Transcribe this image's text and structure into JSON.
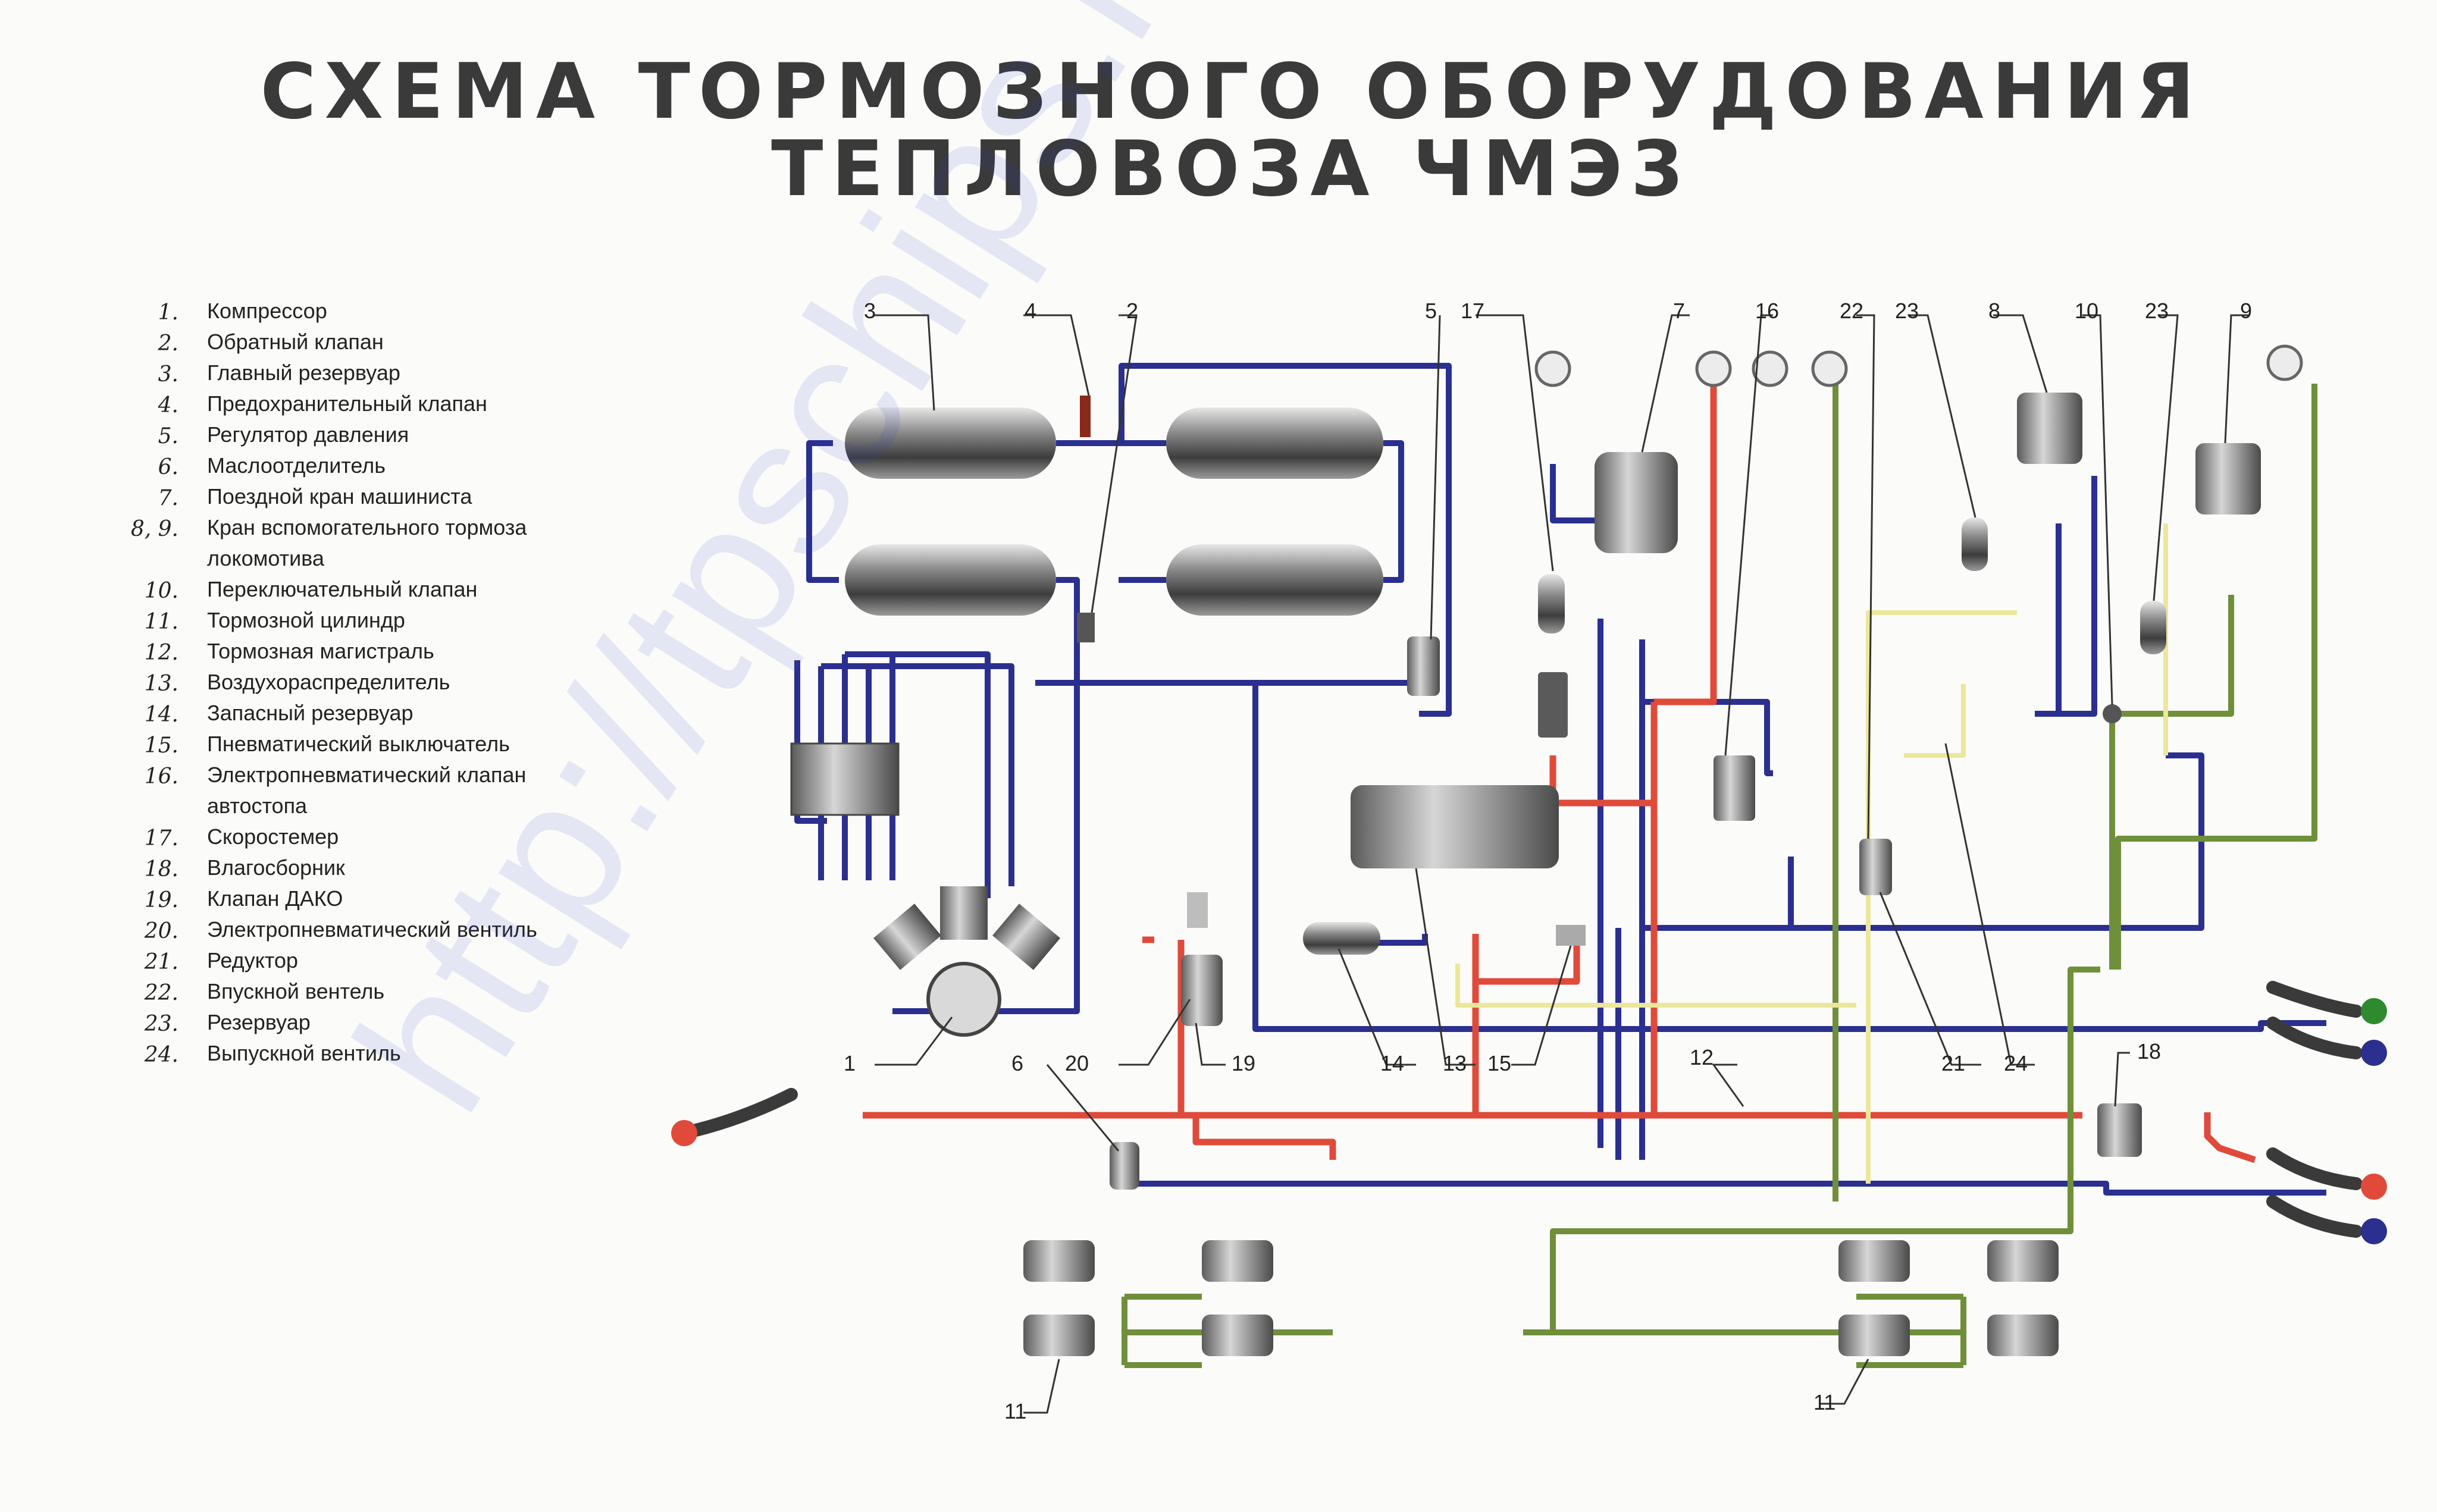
{
  "title": {
    "line1": "СХЕМА ТОРМОЗНОГО ОБОРУДОВАНИЯ",
    "line2": "ТЕПЛОВОЗА ЧМЭ3"
  },
  "legend": [
    {
      "num": "1.",
      "text": "Компрессор"
    },
    {
      "num": "2.",
      "text": "Обратный клапан"
    },
    {
      "num": "3.",
      "text": "Главный резервуар"
    },
    {
      "num": "4.",
      "text": "Предохранительный клапан"
    },
    {
      "num": "5.",
      "text": "Регулятор давления"
    },
    {
      "num": "6.",
      "text": "Маслоотделитель"
    },
    {
      "num": "7.",
      "text": "Поездной кран машиниста"
    },
    {
      "num": "8, 9.",
      "text": "Кран вспомогательного тормоза"
    },
    {
      "num": "",
      "text": "локомотива"
    },
    {
      "num": "10.",
      "text": "Переключательный клапан"
    },
    {
      "num": "11.",
      "text": "Тормозной цилиндр"
    },
    {
      "num": "12.",
      "text": "Тормозная магистраль"
    },
    {
      "num": "13.",
      "text": "Воздухораспределитель"
    },
    {
      "num": "14.",
      "text": "Запасный резервуар"
    },
    {
      "num": "15.",
      "text": "Пневматический выключатель"
    },
    {
      "num": "16.",
      "text": "Электропневматический клапан"
    },
    {
      "num": "",
      "text": "автостопа"
    },
    {
      "num": "17.",
      "text": "Скоростемер"
    },
    {
      "num": "18.",
      "text": "Влагосборник"
    },
    {
      "num": "19.",
      "text": "Клапан ДАКО"
    },
    {
      "num": "20.",
      "text": "Электропневматический вентиль"
    },
    {
      "num": "21.",
      "text": "Редуктор"
    },
    {
      "num": "22.",
      "text": "Впускной вентель"
    },
    {
      "num": "23.",
      "text": "Резервуар"
    },
    {
      "num": "24.",
      "text": "Выпускной вентиль"
    }
  ],
  "callouts": {
    "c1": "1",
    "c2": "2",
    "c3": "3",
    "c4": "4",
    "c5": "5",
    "c6": "6",
    "c7": "7",
    "c8": "8",
    "c9": "9",
    "c10": "10",
    "c11a": "11",
    "c11b": "11",
    "c12": "12",
    "c13": "13",
    "c14": "14",
    "c15": "15",
    "c16": "16",
    "c17": "17",
    "c18": "18",
    "c19": "19",
    "c20": "20",
    "c21": "21",
    "c22": "22",
    "c23a": "23",
    "c23b": "23",
    "c24": "24"
  },
  "watermark": "http://tpschips.ru",
  "colors": {
    "main_line": "#2b2f8f",
    "brake_line": "#e04a3a",
    "cylinder_line": "#6f8f3a",
    "aux_line": "#ece79a",
    "title": "#3a3a3a",
    "watermark": "#2d3fcf"
  }
}
